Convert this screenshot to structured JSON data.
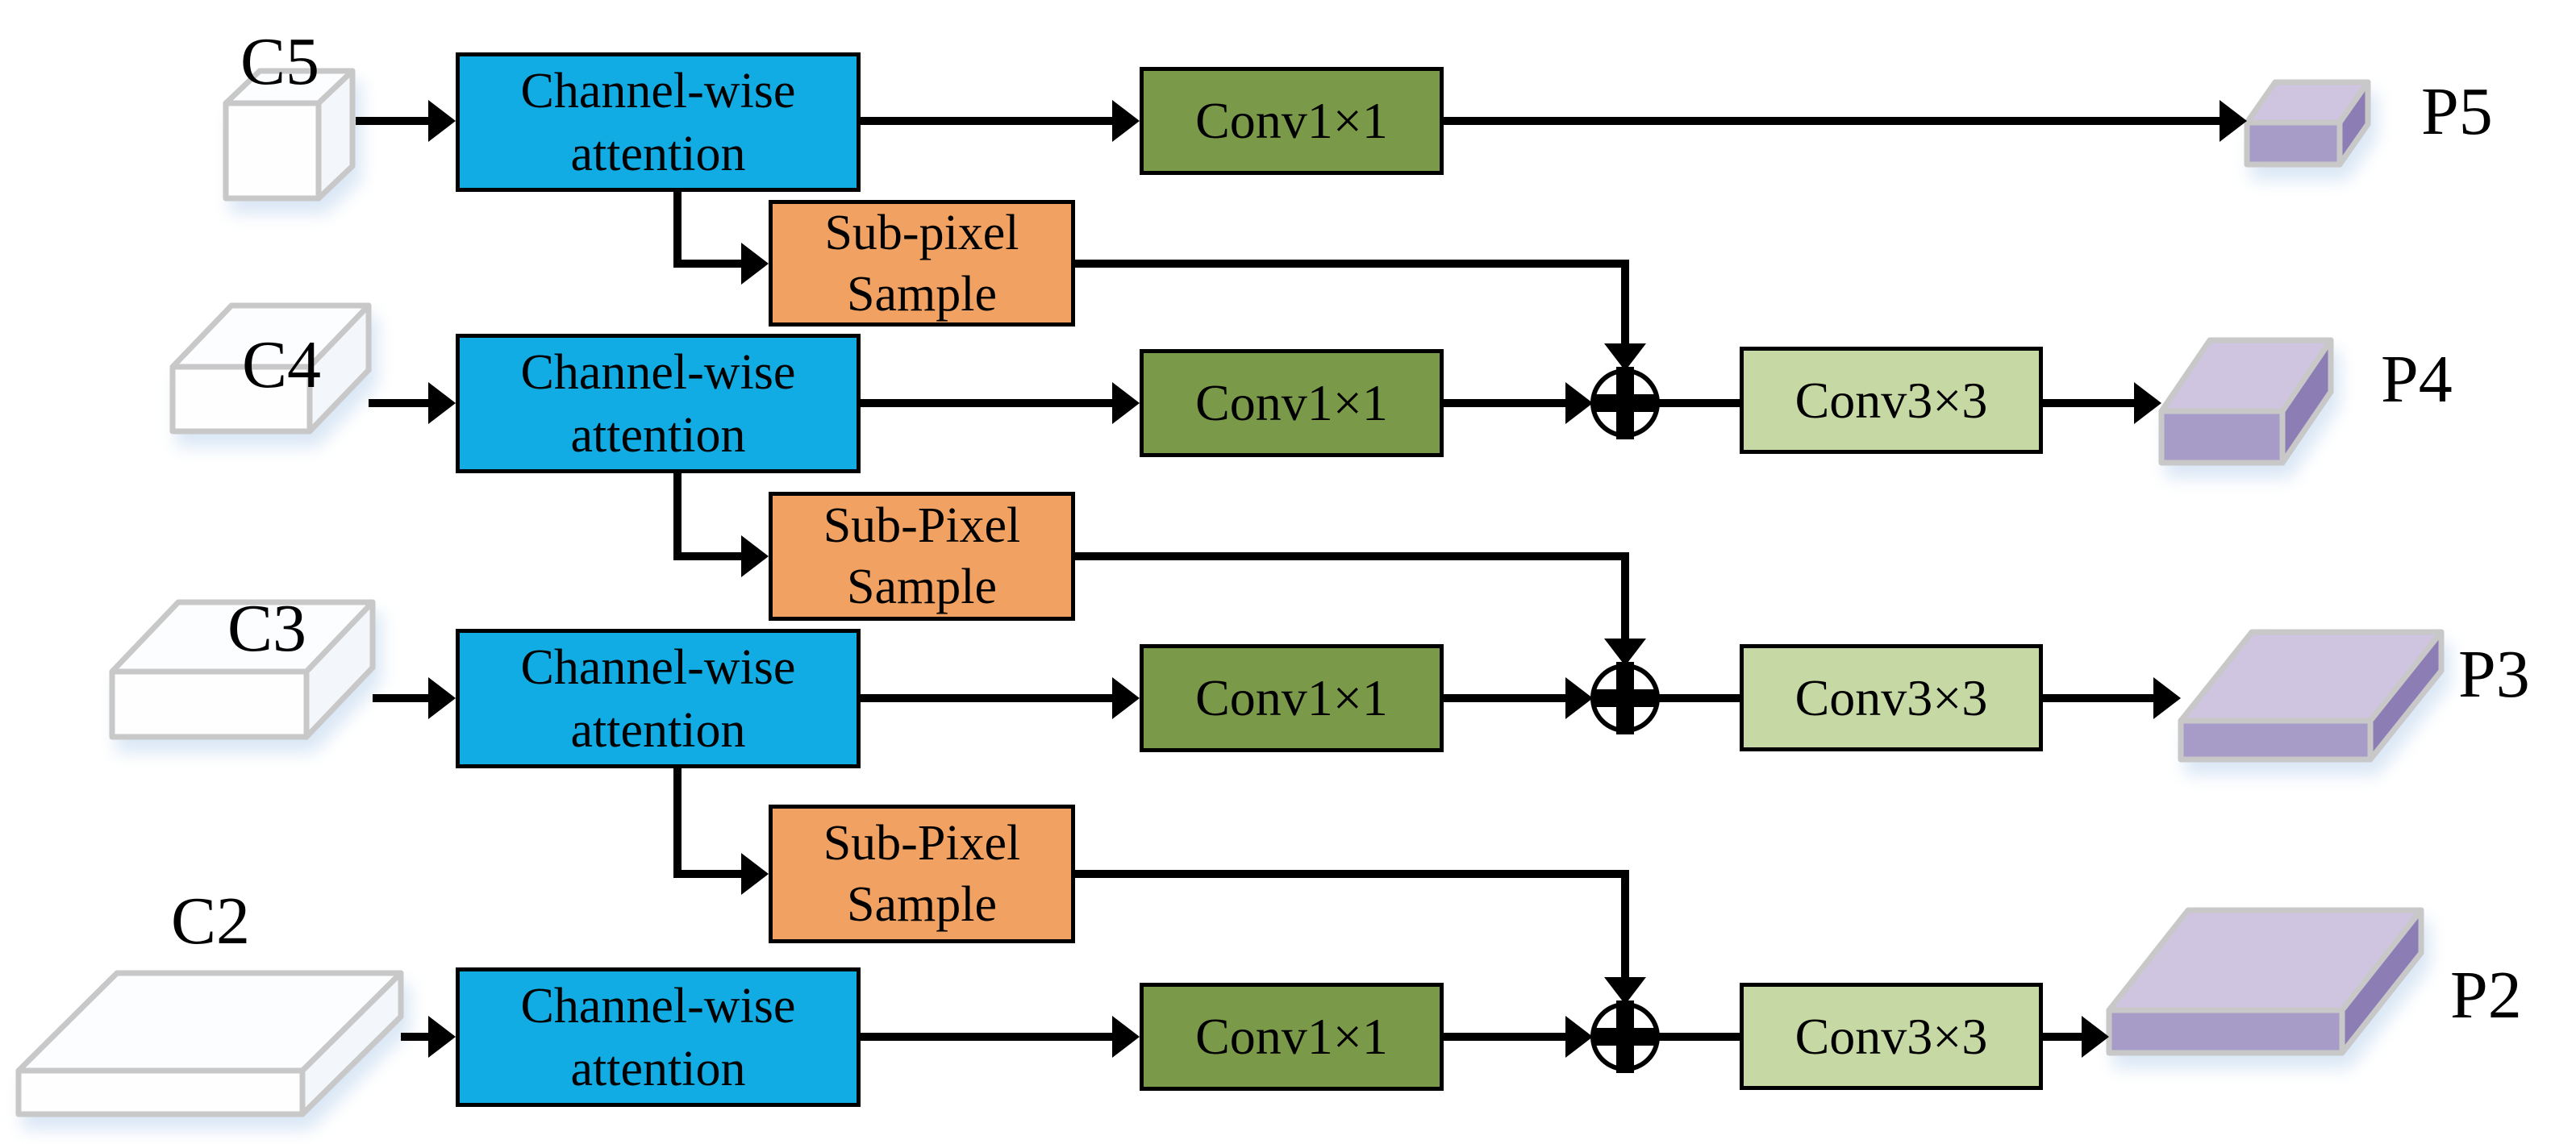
{
  "colors": {
    "attention_blue": "#12ACE4",
    "subpixel_orange": "#F1A262",
    "conv1_green": "#7A9A4A",
    "conv3_green": "#C6D8A3",
    "slab_top": "#CFC5E0",
    "slab_front": "#A79BC8",
    "slab_side": "#8C7DB4",
    "slab_border": "#C8C8C8",
    "cube_border": "#C8C8C8",
    "line_black": "#000000"
  },
  "rows": [
    {
      "input": "C5",
      "attention1": "Channel-wise",
      "attention2": "attention",
      "conv1": "Conv1×1",
      "output": "P5"
    },
    {
      "input": "C4",
      "attention1": "Channel-wise",
      "attention2": "attention",
      "conv1": "Conv1×1",
      "conv3": "Conv3×3",
      "output": "P4"
    },
    {
      "input": "C3",
      "attention1": "Channel-wise",
      "attention2": "attention",
      "conv1": "Conv1×1",
      "conv3": "Conv3×3",
      "output": "P3"
    },
    {
      "input": "C2",
      "attention1": "Channel-wise",
      "attention2": "attention",
      "conv1": "Conv1×1",
      "conv3": "Conv3×3",
      "output": "P2"
    }
  ],
  "subpixel": [
    {
      "line1": "Sub-pixel",
      "line2": "Sample"
    },
    {
      "line1": "Sub-Pixel",
      "line2": "Sample"
    },
    {
      "line1": "Sub-Pixel",
      "line2": "Sample"
    }
  ]
}
